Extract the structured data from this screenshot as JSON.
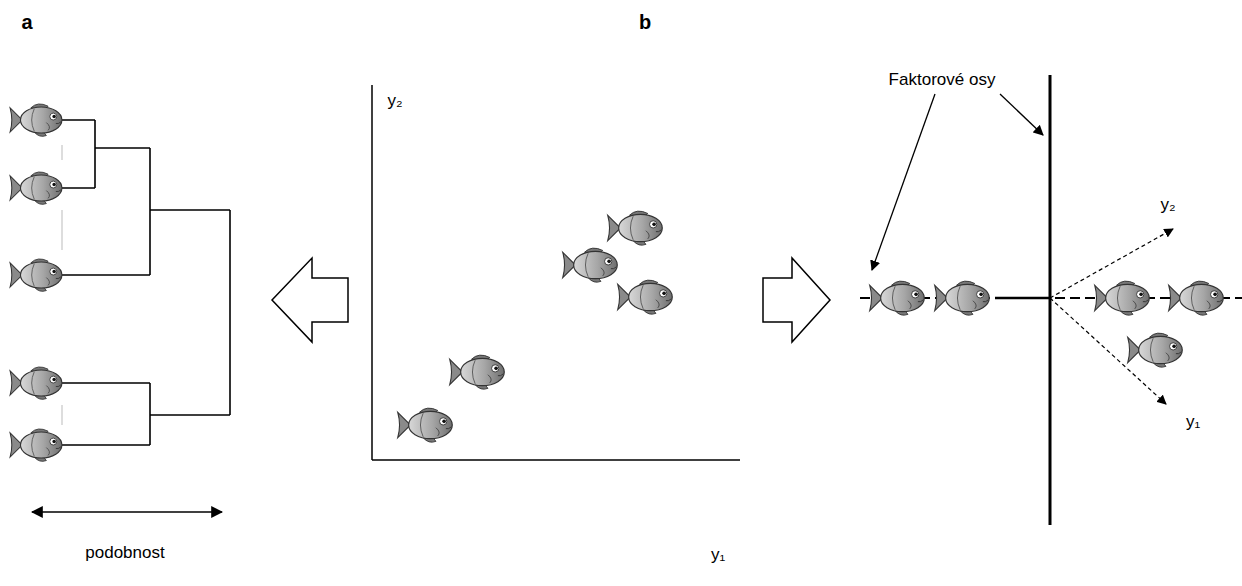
{
  "diagram": {
    "labels": [
      "a",
      "b",
      "y₂",
      "y₁",
      "podobnost",
      "Faktorové osy",
      "y₂",
      "y₁"
    ]
  }
}
